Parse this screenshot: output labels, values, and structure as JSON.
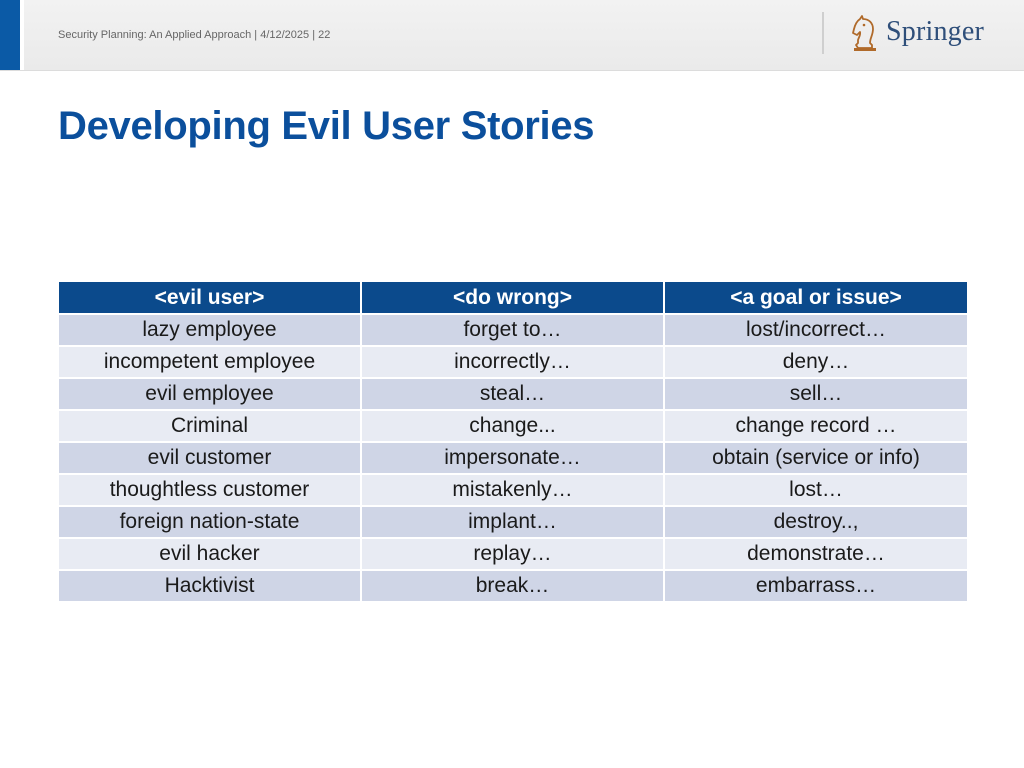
{
  "header": {
    "breadcrumb": "Security Planning: An Applied Approach | 4/12/2025 | 22",
    "logo_text": "Springer",
    "accent_color": "#0b5aa6"
  },
  "slide": {
    "title": "Developing Evil User Stories"
  },
  "table": {
    "columns": [
      "<evil user>",
      "<do wrong>",
      "<a goal or issue>"
    ],
    "rows": [
      [
        "lazy employee",
        "forget to…",
        "lost/incorrect…"
      ],
      [
        "incompetent employee",
        "incorrectly…",
        "deny…"
      ],
      [
        "evil employee",
        "steal…",
        "sell…"
      ],
      [
        "Criminal",
        "change...",
        "change record …"
      ],
      [
        "evil customer",
        "impersonate…",
        "obtain (service or info)"
      ],
      [
        "thoughtless customer",
        "mistakenly…",
        "lost…"
      ],
      [
        "foreign nation-state",
        "implant…",
        "destroy..,"
      ],
      [
        "evil hacker",
        "replay…",
        "demonstrate…"
      ],
      [
        "Hacktivist",
        "break…",
        "embarrass…"
      ]
    ],
    "header_color": "#0b4a8c",
    "row_color_dark": "#cfd5e6",
    "row_color_light": "#e8ebf3"
  }
}
